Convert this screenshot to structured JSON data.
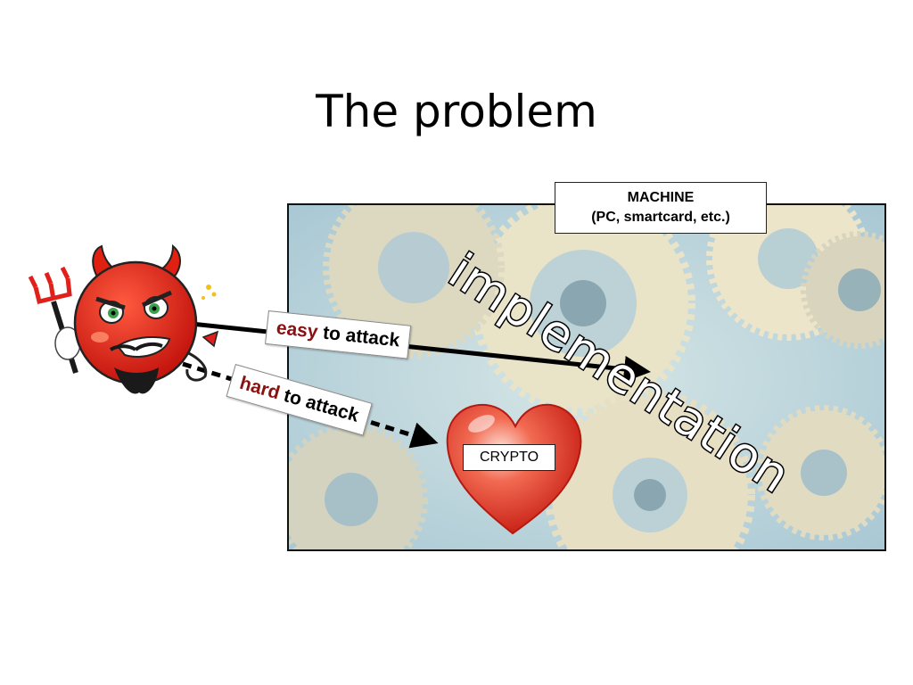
{
  "slide": {
    "title": "The problem"
  },
  "machine": {
    "label_line1": "MACHINE",
    "label_line2": "(PC, smartcard, etc.)"
  },
  "overlay_text": "implementation",
  "attacks": {
    "easy": {
      "emphasis": "easy",
      "rest": " to attack"
    },
    "hard": {
      "emphasis": "hard",
      "rest": " to attack"
    }
  },
  "crypto": {
    "label": "CRYPTO"
  },
  "colors": {
    "emphasis": "#8b1010",
    "devil": "#e02010",
    "heart": "#e83a2a",
    "gear_bg": "#c4d9df",
    "gear": "#eee6cc"
  },
  "icons": [
    "devil-icon",
    "trident-icon",
    "heart-icon",
    "gear-icon"
  ]
}
